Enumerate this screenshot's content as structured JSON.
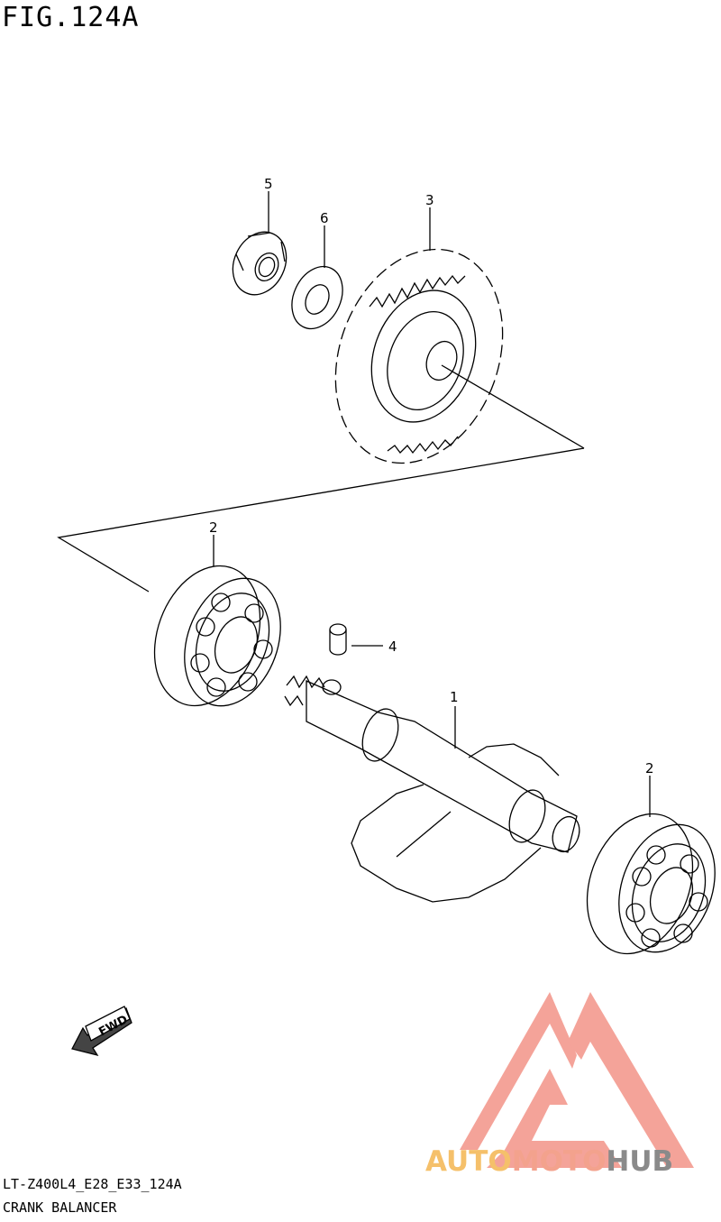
{
  "figure": {
    "title": "FIG.124A"
  },
  "callouts": [
    "1",
    "2",
    "2",
    "3",
    "4",
    "5",
    "6"
  ],
  "fwd_label": "FWD",
  "footer": {
    "model_code": "LT-Z400L4_E28_E33_124A",
    "caption": "CRANK BALANCER"
  },
  "watermark": {
    "part1": "AUTO",
    "part2": "MOTO",
    "part3": "HUB",
    "colors": {
      "auto": "#f5c06a",
      "moto": "#f3a28d",
      "hub": "#8a8a8a",
      "logo": "#f39a8f"
    }
  }
}
